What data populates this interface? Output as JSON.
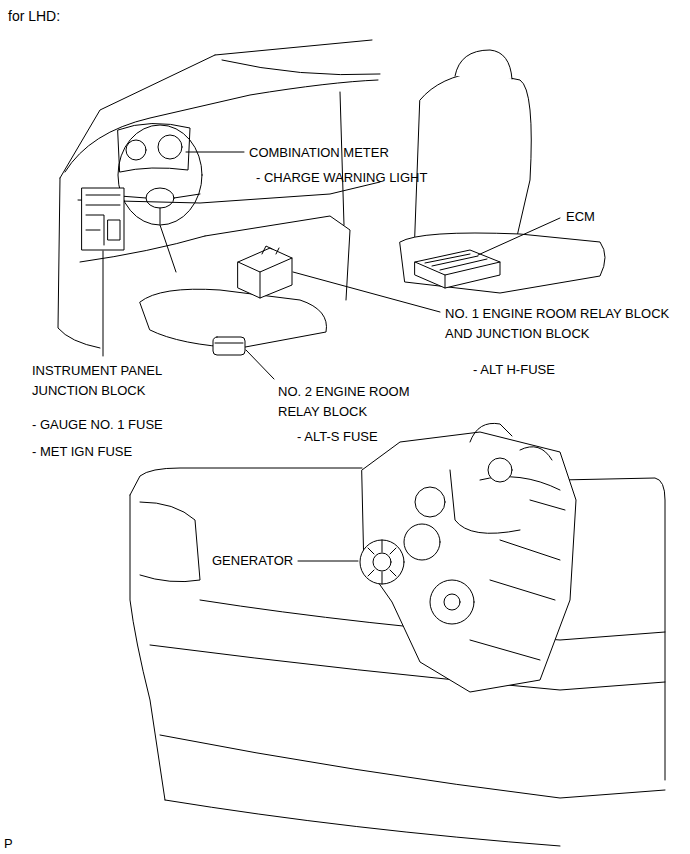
{
  "diagram": {
    "title": "for LHD:",
    "labels": [
      "COMBINATION METER",
      "- CHARGE WARNING LIGHT",
      "ECM",
      "NO. 1 ENGINE ROOM RELAY BLOCK AND JUNCTION BLOCK",
      "INSTRUMENT PANEL JUNCTION BLOCK",
      "- ALT H-FUSE",
      "NO. 2 ENGINE ROOM RELAY BLOCK",
      "- GAUGE NO. 1 FUSE",
      "- MET IGN FUSE",
      "- ALT-S FUSE",
      "GENERATOR",
      "P"
    ]
  }
}
